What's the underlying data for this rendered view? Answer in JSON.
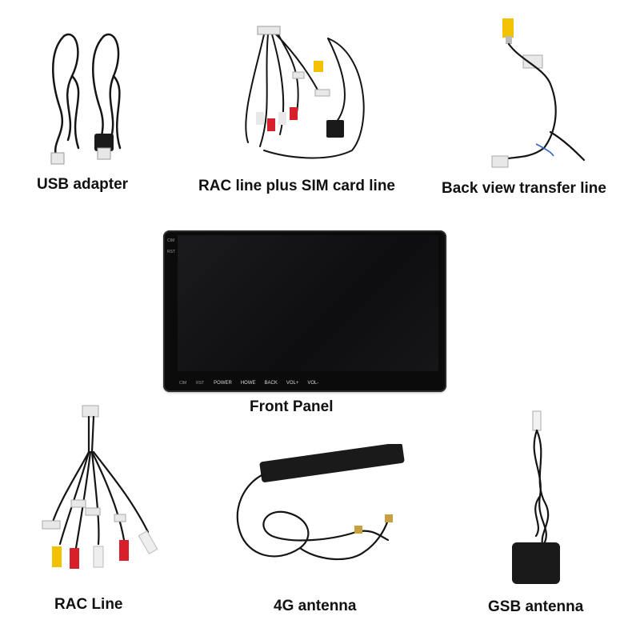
{
  "captions": {
    "usb_adapter": "USB adapter",
    "rac_sim": "RAC line plus SIM card line",
    "back_view": "Back view transfer line",
    "front_panel": "Front Panel",
    "rac_line": "RAC Line",
    "antenna_4g": "4G antenna",
    "gsb_antenna": "GSB antenna"
  },
  "front_panel": {
    "side_labels": [
      "CIM",
      "RST"
    ],
    "buttons": [
      {
        "label": "CIM",
        "small": true
      },
      {
        "label": "RST",
        "small": true
      },
      {
        "label": "POWER",
        "small": false
      },
      {
        "label": "HOWE",
        "small": false
      },
      {
        "label": "BACK",
        "small": false
      },
      {
        "label": "VOL+",
        "small": false
      },
      {
        "label": "VOL-",
        "small": false
      }
    ]
  },
  "colors": {
    "cable": "#151515",
    "rca_yellow": "#f2c200",
    "rca_red": "#d8202a",
    "rca_white": "#eeeeee",
    "connector": "#e8e8e8",
    "panel": "#0b0b0c",
    "antenna_gold": "#c9a040"
  },
  "icons": [
    "usb-cable-icon",
    "rca-sim-harness-icon",
    "backview-cable-icon",
    "front-panel-icon",
    "rca-harness-icon",
    "4g-antenna-icon",
    "gps-antenna-icon"
  ]
}
